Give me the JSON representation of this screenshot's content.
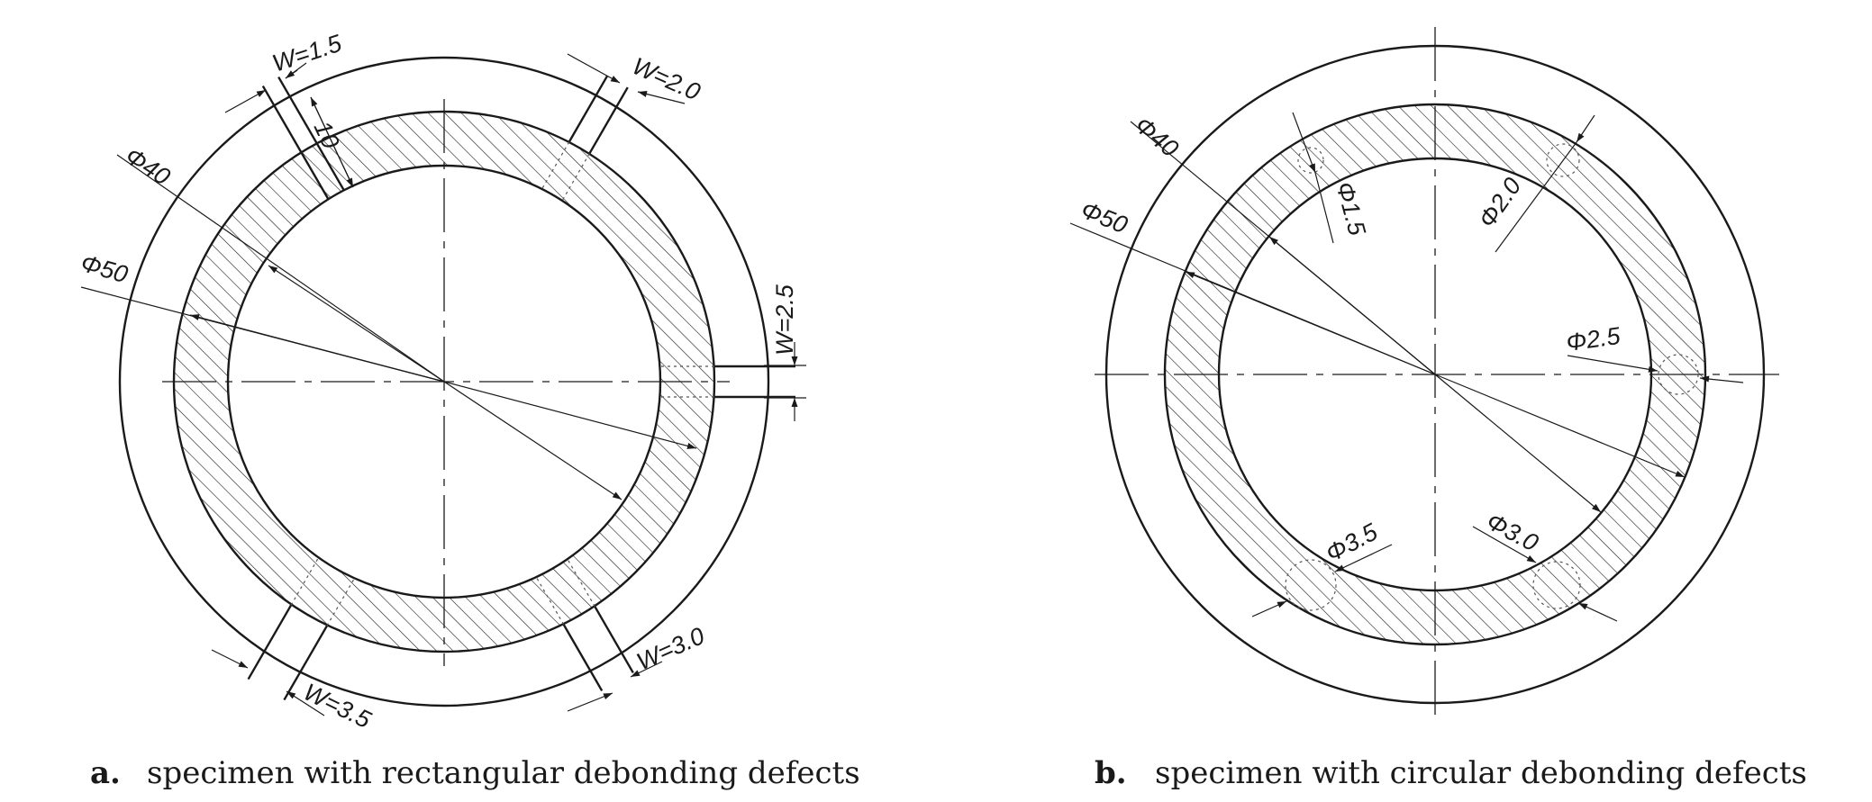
{
  "panel_a": {
    "caption_letter": "a.",
    "caption_text": "specimen with rectangular debonding defects",
    "labels": {
      "outer_diameter": "Φ50",
      "inner_diameter": "Φ40",
      "depth": "10",
      "w1": "W=1.5",
      "w2": "W=2.0",
      "w3": "W=2.5",
      "w4": "W=3.0",
      "w5": "W=3.5"
    }
  },
  "panel_b": {
    "caption_letter": "b.",
    "caption_text": "specimen with circular debonding defects",
    "labels": {
      "outer_diameter": "Φ50",
      "inner_diameter": "Φ40",
      "d1": "Φ1.5",
      "d2": "Φ2.0",
      "d3": "Φ2.5",
      "d4": "Φ3.0",
      "d5": "Φ3.5"
    }
  }
}
